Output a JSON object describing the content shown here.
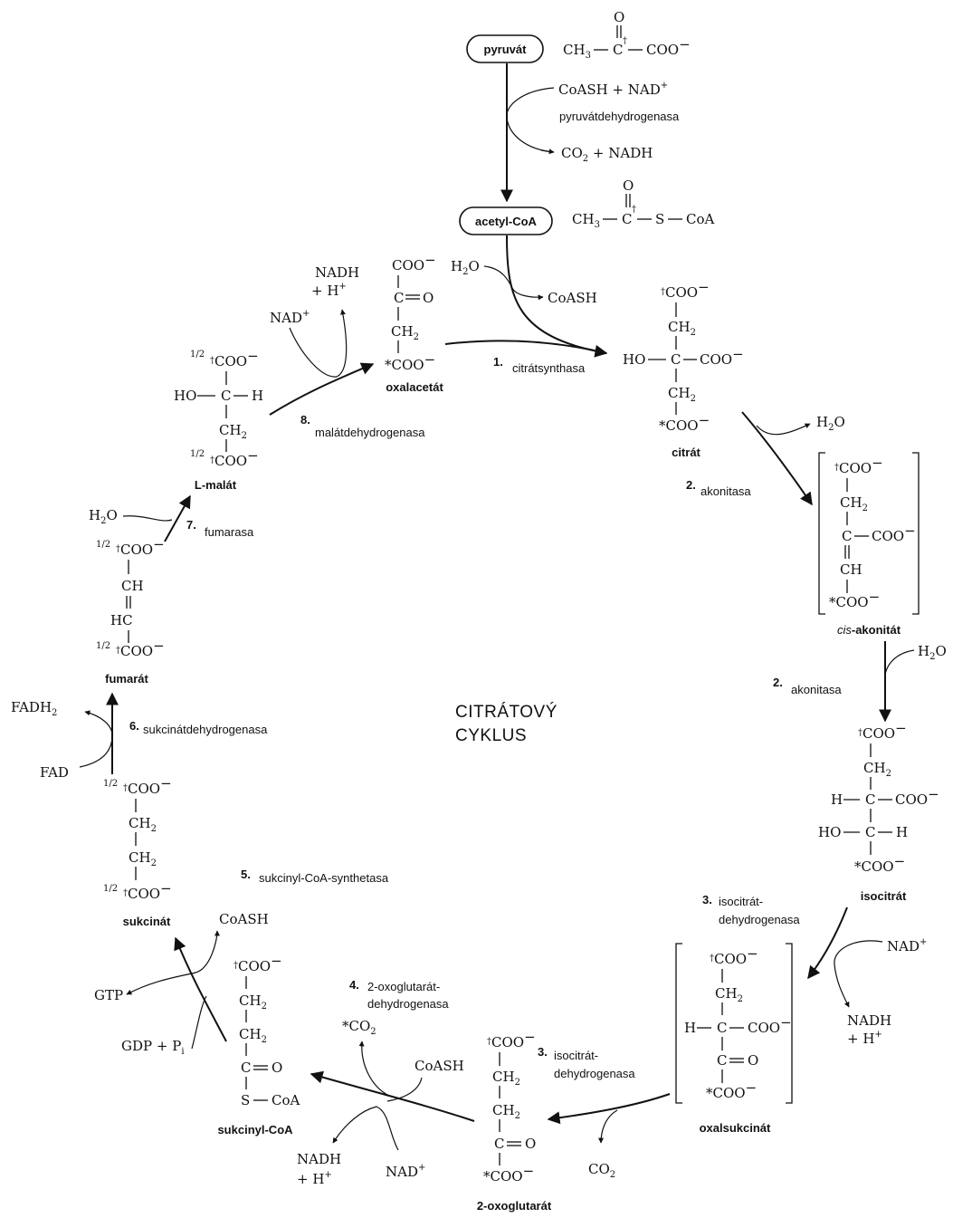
{
  "title": {
    "line1": "CITRÁTOVÝ",
    "line2": "CYKLUS"
  },
  "compounds": {
    "pyruvat": "pyruvát",
    "acetylcoa": "acetyl-CoA",
    "citrat": "citrát",
    "cisakonitat_prefix": "cis",
    "cisakonitat_suffix": "-akonitát",
    "isocitrat": "isocitrát",
    "oxalsukcinat": "oxalsukcinát",
    "oxoglutarat": "2-oxoglutarát",
    "sukcinylcoa": "sukcinyl-CoA",
    "sukcinat": "sukcinát",
    "fumarat": "fumarát",
    "malat": "L-malát",
    "oxalacetat": "oxalacetát"
  },
  "enzymes": {
    "pdh": "pyruvátdehydrogenasa",
    "e1": {
      "num": "1.",
      "name": "citrátsynthasa"
    },
    "e2a": {
      "num": "2.",
      "name": "akonitasa"
    },
    "e2b": {
      "num": "2.",
      "name": "akonitasa"
    },
    "e3a": {
      "num": "3.",
      "line1": "isocitrát-",
      "line2": "dehydrogenasa"
    },
    "e3b": {
      "num": "3.",
      "line1": "isocitrát-",
      "line2": "dehydrogenasa"
    },
    "e4": {
      "num": "4.",
      "line1": "2-oxoglutarát-",
      "line2": "dehydrogenasa"
    },
    "e5": {
      "num": "5.",
      "name": "sukcinyl-CoA-synthetasa"
    },
    "e6": {
      "num": "6.",
      "name": "sukcinátdehydrogenasa"
    },
    "e7": {
      "num": "7.",
      "name": "fumarasa"
    },
    "e8": {
      "num": "8.",
      "name": "malátdehydrogenasa"
    }
  },
  "cofactors": {
    "pdh_in": "CoASH + NAD",
    "pdh_in_sup": "+",
    "pdh_out": "CO",
    "pdh_out_sub": "2",
    "pdh_out_rest": " + NADH",
    "cs_in": "H",
    "cs_in_sub": "2",
    "cs_in_rest": "O",
    "cs_out": "CoASH",
    "ak1_out": "H",
    "ak1_out_sub": "2",
    "ak1_out_rest": "O",
    "ak2_in": "H",
    "ak2_in_sub": "2",
    "ak2_in_rest": "O",
    "idh_in": "NAD",
    "idh_in_sup": "+",
    "idh_out": "NADH",
    "idh_out2": "+ H",
    "idh_out2_sup": "+",
    "idh2_out": "CO",
    "idh2_out_sub": "2",
    "ogdh_out": "CO",
    "ogdh_out_sub": "2",
    "ogdh_in1": "CoASH",
    "ogdh_in2": "NAD",
    "ogdh_in2_sup": "+",
    "ogdh_out2": "NADH",
    "ogdh_out3": "+ H",
    "ogdh_out3_sup": "+",
    "scs_out1": "CoASH",
    "scs_out2": "GTP",
    "scs_in": "GDP + P",
    "scs_in_sub": "i",
    "sdh_out": "FADH",
    "sdh_out_sub": "2",
    "sdh_in": "FAD",
    "fum_in": "H",
    "fum_in_sub": "2",
    "fum_in_rest": "O",
    "mdh_in": "NAD",
    "mdh_in_sup": "+",
    "mdh_out1": "NADH",
    "mdh_out2": "+ H",
    "mdh_out2_sup": "+"
  },
  "formula": {
    "ch3": "CH",
    "three": "3",
    "coo": "COO",
    "minus": "−",
    "scoa": "S",
    "coa": "CoA",
    "c": "C",
    "o": "O",
    "ch2": "CH",
    "two": "2",
    "ho": "HO",
    "h": "H",
    "ch": "CH",
    "hc": "HC",
    "half": "1/2",
    "dagger": "†",
    "star": "*",
    "eq": "═",
    "dbl": "‖"
  }
}
